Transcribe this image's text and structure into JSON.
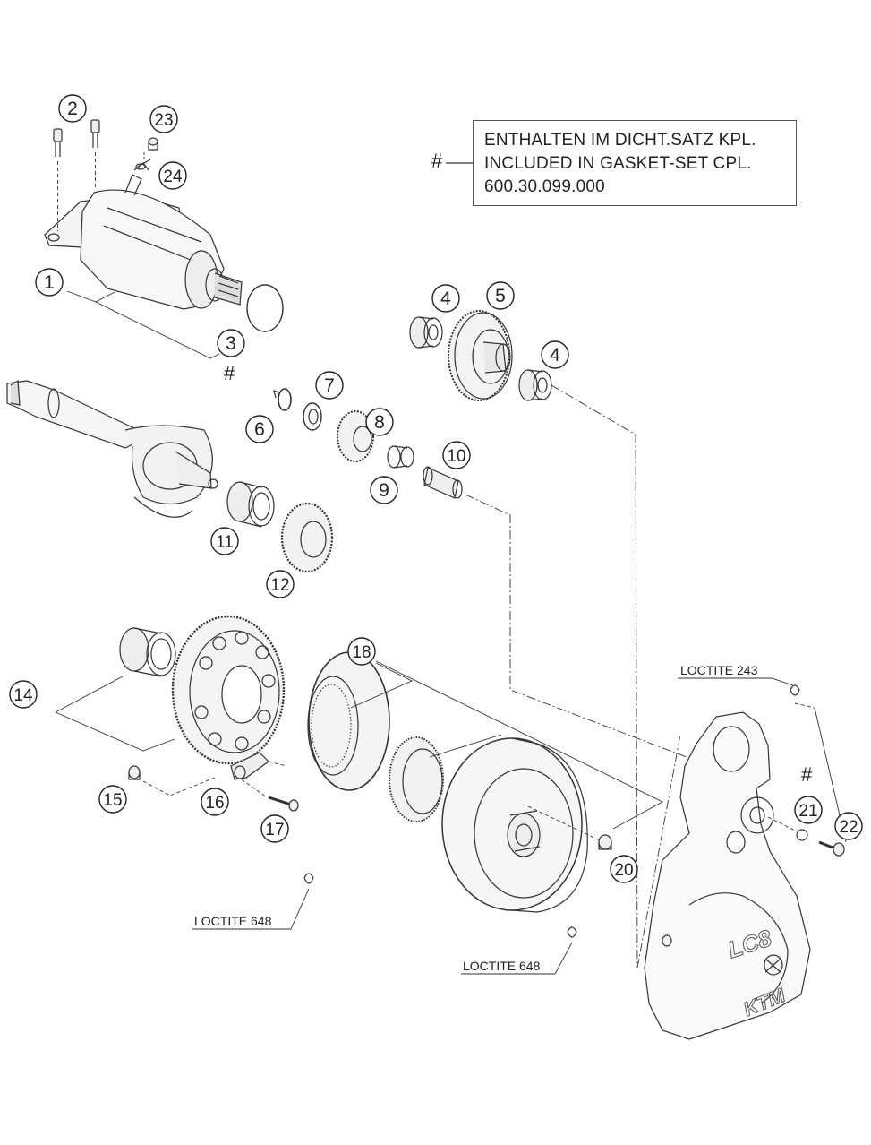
{
  "legend": {
    "symbol": "#",
    "lines": [
      "ENTHALTEN IM DICHT.SATZ KPL.",
      "INCLUDED IN GASKET-SET CPL.",
      "600.30.099.000"
    ]
  },
  "callouts": [
    "1",
    "2",
    "3",
    "4",
    "5",
    "4",
    "6",
    "7",
    "8",
    "9",
    "10",
    "11",
    "12",
    "14",
    "15",
    "16",
    "17",
    "18",
    "20",
    "21",
    "22",
    "23",
    "24"
  ],
  "hash_marks": [
    "#",
    "#"
  ],
  "loctite_labels": [
    "LOCTITE 243",
    "LOCTITE 648",
    "LOCTITE 648"
  ],
  "cover_text": [
    "LC8",
    "KTM"
  ]
}
